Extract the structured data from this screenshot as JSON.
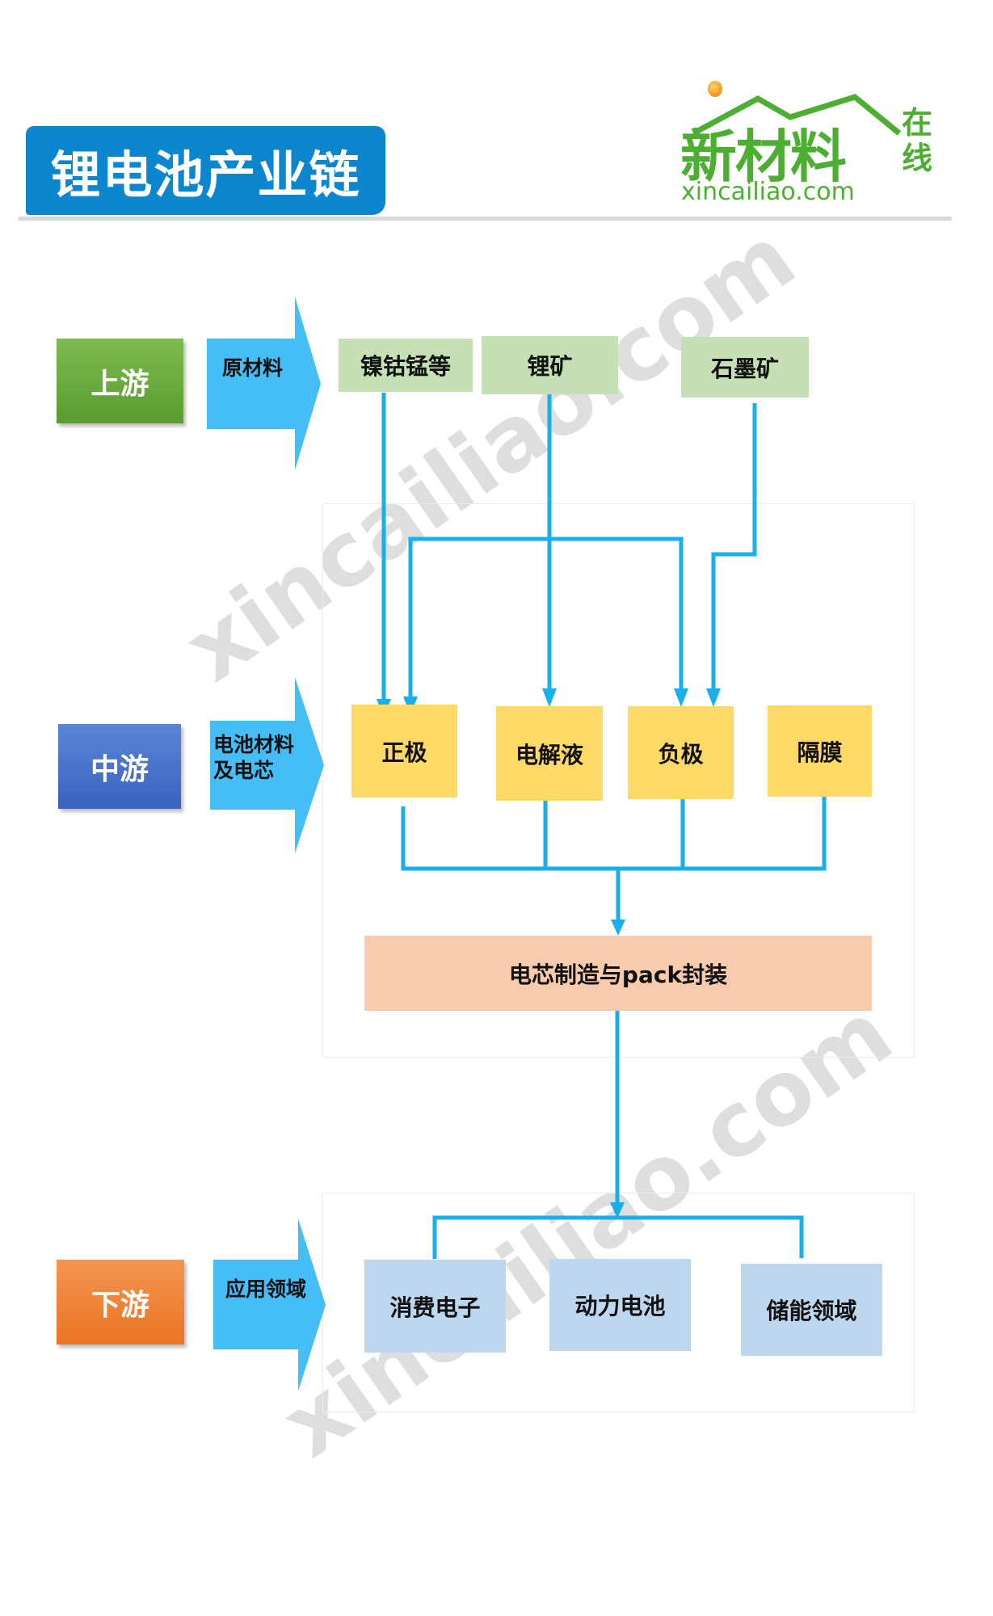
{
  "header": {
    "title": "锂电池产业链"
  },
  "logo": {
    "main": "新材料",
    "side": "在线",
    "url": "xincailiao.com"
  },
  "watermark": "xincailiao.com",
  "stages": {
    "upstream": {
      "label": "上游",
      "arrow_label": "原材料",
      "color": "#6aab3f"
    },
    "midstream": {
      "label": "中游",
      "arrow_label": "电池材料及电芯",
      "color": "#4a72cb"
    },
    "downstream": {
      "label": "下游",
      "arrow_label": "应用领域",
      "color": "#ef8232"
    }
  },
  "raw_materials": [
    "镍钴锰等",
    "锂矿",
    "石墨矿"
  ],
  "battery_materials": [
    "正极",
    "电解液",
    "负极",
    "隔膜"
  ],
  "assembly": "电芯制造与pack封装",
  "applications": [
    "消费电子",
    "动力电池",
    "储能领域"
  ],
  "colors": {
    "line": "#18b0ea",
    "arrow": "#45bdf5",
    "title": "#0b86cf"
  }
}
